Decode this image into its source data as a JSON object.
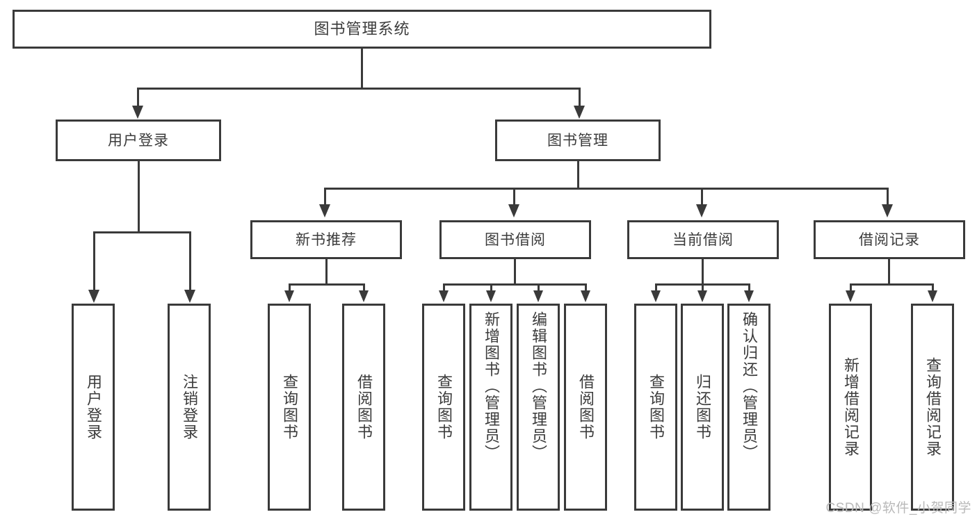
{
  "diagram": {
    "title": "图书管理系统",
    "type": "tree-hierarchy",
    "watermark": "CSDN @软件_小贺同学",
    "colors": {
      "stroke": "#3a3a3a",
      "fill": "#ffffff",
      "text": "#3b3b3b",
      "watermark": "#b9b9b9"
    },
    "levels": {
      "root": "图书管理系统",
      "level2": [
        "用户登录",
        "图书管理"
      ],
      "level3": [
        "新书推荐",
        "图书借阅",
        "当前借阅",
        "借阅记录"
      ],
      "leaves": [
        "用户登录",
        "注销登录",
        "查询图书",
        "借阅图书",
        "查询图书",
        "新增图书（管理员）",
        "编辑图书（管理员）",
        "借阅图书",
        "查询图书",
        "归还图书",
        "确认归还（管理员）",
        "新增借阅记录",
        "查询借阅记录"
      ]
    },
    "nodes": {
      "root": {
        "label": "图书管理系统"
      },
      "user_login": {
        "label": "用户登录"
      },
      "book_mgmt": {
        "label": "图书管理"
      },
      "new_book_rec": {
        "label": "新书推荐"
      },
      "book_borrow": {
        "label": "图书借阅"
      },
      "current_borrow": {
        "label": "当前借阅"
      },
      "borrow_record": {
        "label": "借阅记录"
      },
      "leaf_user_login": {
        "label": "用户登录"
      },
      "leaf_logout": {
        "label": "注销登录"
      },
      "leaf_query_book_1": {
        "label": "查询图书"
      },
      "leaf_borrow_book_1": {
        "label": "借阅图书"
      },
      "leaf_query_book_2": {
        "label": "查询图书"
      },
      "leaf_add_book": {
        "label": "新增图书（管理员）"
      },
      "leaf_edit_book": {
        "label": "编辑图书（管理员）"
      },
      "leaf_borrow_book_2": {
        "label": "借阅图书"
      },
      "leaf_query_book_3": {
        "label": "查询图书"
      },
      "leaf_return_book": {
        "label": "归还图书"
      },
      "leaf_confirm_return": {
        "label": "确认归还（管理员）"
      },
      "leaf_add_record": {
        "label": "新增借阅记录"
      },
      "leaf_query_record": {
        "label": "查询借阅记录"
      }
    },
    "edges": [
      {
        "from": "root",
        "to": "user_login"
      },
      {
        "from": "root",
        "to": "book_mgmt"
      },
      {
        "from": "user_login",
        "to": "leaf_user_login"
      },
      {
        "from": "user_login",
        "to": "leaf_logout"
      },
      {
        "from": "book_mgmt",
        "to": "new_book_rec"
      },
      {
        "from": "book_mgmt",
        "to": "book_borrow"
      },
      {
        "from": "book_mgmt",
        "to": "current_borrow"
      },
      {
        "from": "book_mgmt",
        "to": "borrow_record"
      },
      {
        "from": "new_book_rec",
        "to": "leaf_query_book_1"
      },
      {
        "from": "new_book_rec",
        "to": "leaf_borrow_book_1"
      },
      {
        "from": "book_borrow",
        "to": "leaf_query_book_2"
      },
      {
        "from": "book_borrow",
        "to": "leaf_add_book"
      },
      {
        "from": "book_borrow",
        "to": "leaf_edit_book"
      },
      {
        "from": "book_borrow",
        "to": "leaf_borrow_book_2"
      },
      {
        "from": "current_borrow",
        "to": "leaf_query_book_3"
      },
      {
        "from": "current_borrow",
        "to": "leaf_return_book"
      },
      {
        "from": "current_borrow",
        "to": "leaf_confirm_return"
      },
      {
        "from": "borrow_record",
        "to": "leaf_add_record"
      },
      {
        "from": "borrow_record",
        "to": "leaf_query_record"
      }
    ]
  }
}
